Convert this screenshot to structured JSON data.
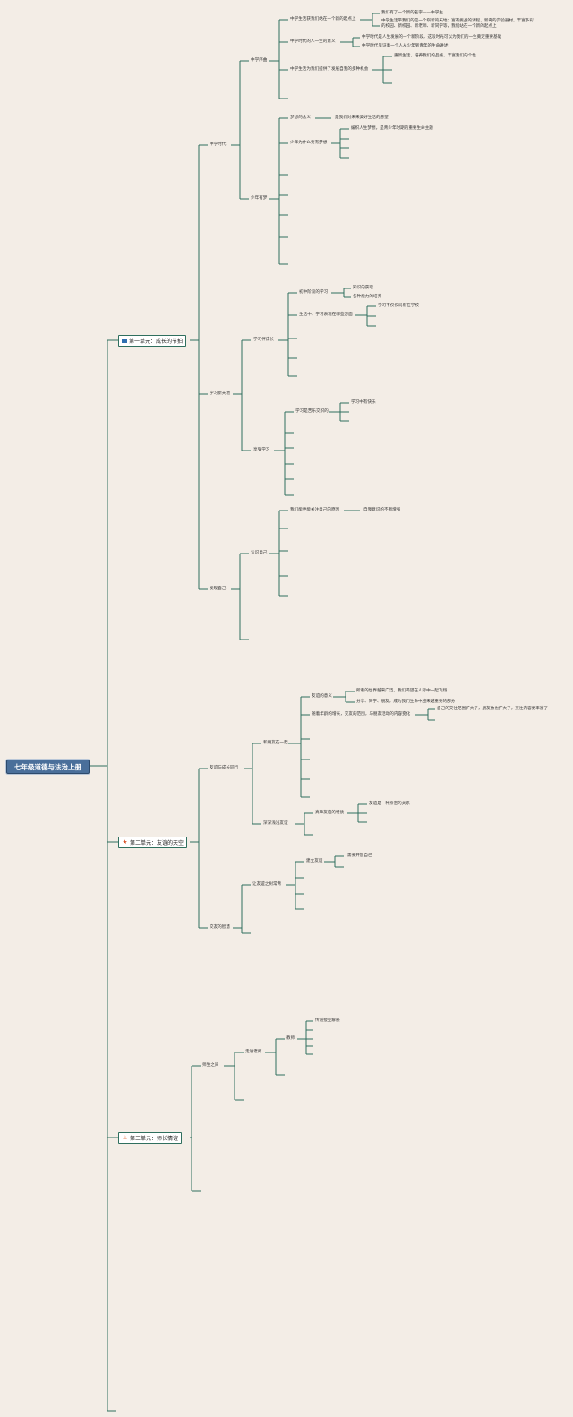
{
  "root": "七年级道德与法治上册",
  "units": [
    {
      "icon": "flag-icon",
      "label": "第一单元：成长的节拍"
    },
    {
      "icon": "star-icon",
      "label": "第二单元：友谊的天空"
    },
    {
      "icon": "fire-icon",
      "label": "第三单元：师长情谊"
    }
  ],
  "u1": {
    "l1": [
      "中学时代",
      "学习新天地",
      "发现自己"
    ],
    "sections": {
      "zhongxue_xusu": "中学序曲",
      "shaonian_youmeng": "少年有梦",
      "xuexi_chengzhang": "学习伴成长",
      "xuehui_xuexi": "享受学习",
      "renshi_ziji": "认识自己"
    },
    "items": {
      "a1": "中学生活获我们站在一个新的起点上",
      "a1_1": "我们有了一个新的名字——中学生",
      "a1_2": "中学生活带我们的是一个崭新的天地：富有挑战的课程，新奇的实验器材，丰富多彩的校园、新校园、新老师、新同学等，我们站在一个新的起点上",
      "a2": "中学时代的人一生的意义",
      "a2_1": "中学时代是人生发展的一个新阶段，这段时光可以为我们的一生奠定重要基础",
      "a2_2": "中学时代见证着一个人从少年到青年的生命讲述",
      "a3": "中学生活为我们提供了发展自我的多种机会",
      "a3_1": "重新生活，培养我们的品格，丰富我们的个性",
      "b1": "梦想的含义",
      "b1_1": "是我们对未来美好生活的愿望",
      "b2": "少年为什么要有梦想",
      "b2_1": "编织人生梦想，是青少年时期的重要生命主题",
      "c1": "初中阶段的学习",
      "c1_1": "知识的获取",
      "c1_2": "各种能力的培养",
      "c2": "生活中，学习表现在哪些方面",
      "c2_1": "学习不仅仅局限在学校",
      "d1": "学习是苦乐交织的",
      "d1_1": "学习中有快乐",
      "e1": "我们能更能关注自己的原因",
      "e1_1": "自我意识的不断增强"
    }
  },
  "u2": {
    "l1": [
      "友谊与成长同行",
      "交友的智慧"
    ],
    "sections": {
      "he_pengyou": "和朋友在一起",
      "shenshen": "深深浅浅友谊",
      "rang_youyi": "让友谊之树常青"
    },
    "items": {
      "f1": "友谊的意义",
      "f1_1": "所看的世界越来广泛，我们渴望在人际中一起飞翔",
      "f1_2": "分享、同学、朋友，成为我们生命中越来越重要的部分",
      "f2": "随着年龄的增长，交友的范围，与朋友活动的内容变化",
      "f2_1": "自己的交往范围扩大了，朋友数也扩大了，交往内容更丰富了",
      "g1": "真挚友谊的特质",
      "g1_1": "友谊是一种亲密的关系",
      "h1": "建立友谊",
      "h1_1": "需要开放自己"
    }
  },
  "u3": {
    "l1": [
      "师生之间"
    ],
    "sections": {
      "zoujin": "走进老师"
    },
    "items": {
      "i1": "教师",
      "i1_1": "传道授业解惑"
    }
  }
}
